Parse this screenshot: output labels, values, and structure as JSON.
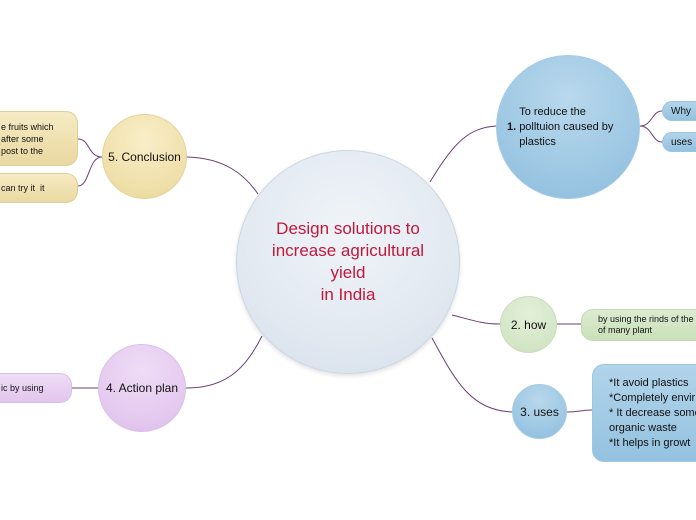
{
  "central": {
    "title": "Design solutions to\nincrease agricultural\nyield\nin India"
  },
  "branch1": {
    "number": "1.",
    "label": "To reduce the\npolltuion caused by\nplastics",
    "children": [
      "Why",
      "uses"
    ]
  },
  "branch2": {
    "label": "2. how",
    "child": "by using the rinds of the\nof many plant"
  },
  "branch3": {
    "label": "3. uses",
    "child": "*It avoid plastics\n*Completely envir\n* It decrease some\norganic waste\n*It helps in growt"
  },
  "branch4": {
    "label": "4. Action plan",
    "child": "ic by using"
  },
  "branch5": {
    "label": "5. Conclusion",
    "children": [
      "e fruits which\nafter some\npost to the",
      "can try it  it"
    ]
  },
  "colors": {
    "title": "#c0193c",
    "connector": "#6b3f7a"
  }
}
